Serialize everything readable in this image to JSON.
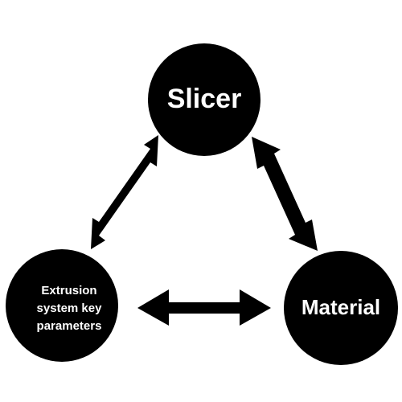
{
  "colors": {
    "background": "#ffffff",
    "node_fill": "#000000",
    "node_text": "#ffffff",
    "arrow": "#000000"
  },
  "nodes": {
    "slicer": {
      "label": "Slicer"
    },
    "extrusion": {
      "label_lines": [
        "Extrusion",
        "system key",
        "parameters"
      ]
    },
    "material": {
      "label": "Material"
    }
  },
  "connectors": [
    {
      "from": "slicer",
      "to": "extrusion",
      "style": "double-headed-arrow"
    },
    {
      "from": "slicer",
      "to": "material",
      "style": "double-headed-arrow"
    },
    {
      "from": "extrusion",
      "to": "material",
      "style": "double-headed-arrow"
    }
  ]
}
